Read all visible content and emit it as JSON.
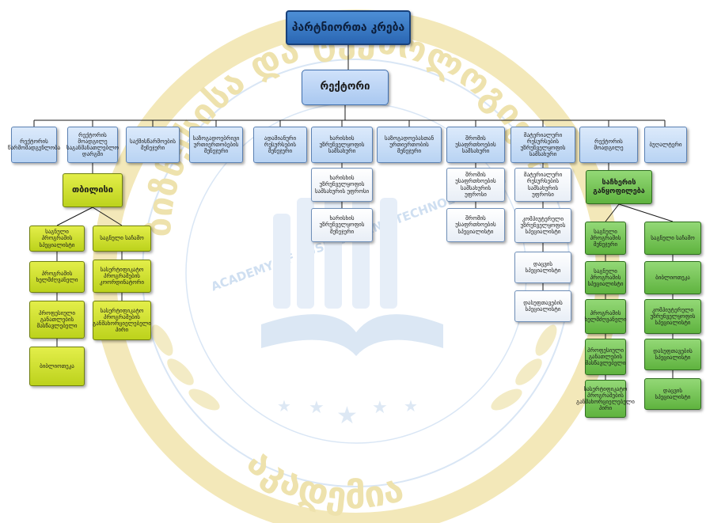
{
  "watermark": {
    "arc_top": "ბიზნესისა და ტექნოლოგიების",
    "arc_bottom": "აკადემია",
    "inner_text": "ACADEMY OF BUSINESS AND TECHNOLOGY LTD",
    "colors": {
      "yellow": "#f2e3a6",
      "blue": "#c9ddf2"
    }
  },
  "nodes": {
    "board": "პარტნიორთა კრება",
    "rector": "რექტორი",
    "r1": "რექტორის წარმომადგენლობა",
    "r2": "რექტორის მოადგილე საგანმანათლებლო დარგში",
    "r3": "საქმისწარმოების მენეჯერი",
    "r4": "საზოგადოებრივი ურთიერთობების მენეჯერი",
    "r5": "ადამიანური რესურსების მენეჯერი",
    "r6": "ხარისხის უზრუნველყოფის სამსახური",
    "r7": "საზოგადოებასთან ურთიერთობის მენეჯერი",
    "r8": "შრომის უსაფრთხოების სამსახური",
    "r9": "მატერიალური რესურსების უზრუნველყოფის სამსახური",
    "r10": "რექტორის მოადგილე",
    "r11": "ბუღალტერი",
    "tbilisi": "თბილისი",
    "tb_c1_1": "საგნული პროგრამის სპეციალისტი",
    "tb_c1_2": "პროგრამის ხელმძღვანელი",
    "tb_c1_3": "პროფესიული განათლების მასწავლებელი",
    "tb_c1_4": "ბიბლიოთეკა",
    "tb_c2_1": "საგნული საჩამო",
    "tb_c2_2": "სასერტიფიკატო პროგრამების კოორდინატორი",
    "tb_c2_3": "სასერტიფიკატო პროგრამების განმახორციელებელი პირი",
    "q1": "ხარისხის უზრუნველყოფის სამსახურის უფროსი",
    "q2": "ხარისხის უზრუნველყოფის მენეჯერი",
    "s1": "შრომის უსაფრთხოების სამსახურის უფროსი",
    "s2": "შრომის უსაფრთხოების სპეციალისტი",
    "m1": "მატერიალური რესურსების სამსახურის უფროსი",
    "m2": "კომპიუტერული უზრუნველყოფის სპეციალისტი",
    "m3": "დაცვის სპეციალისტი",
    "m4": "დასუფთავების სპეციალისტი",
    "sachkhere": "საჩხერის განყოფილება",
    "sa_c1_1": "საგნული პროგრამის მენეჯერი",
    "sa_c1_2": "საგნული პროგრამის სპეციალისტი",
    "sa_c1_3": "პროგრამის ხელმძღვანელი",
    "sa_c1_4": "პროფესიული განათლების მასწავლებელი",
    "sa_c1_5": "სასერტიფიკატო პროგრამების განმახორციელებელი პირი",
    "sa_c2_1": "საგნული საჩამო",
    "sa_c2_2": "ბიბლიოთეკა",
    "sa_c2_3": "კომპიუტერული უზრუნველყოფის სპეციალისტი",
    "sa_c2_4": "დასუფთავების სპეციალისტი",
    "sa_c2_5": "დაცვის სპეციალისტი"
  }
}
